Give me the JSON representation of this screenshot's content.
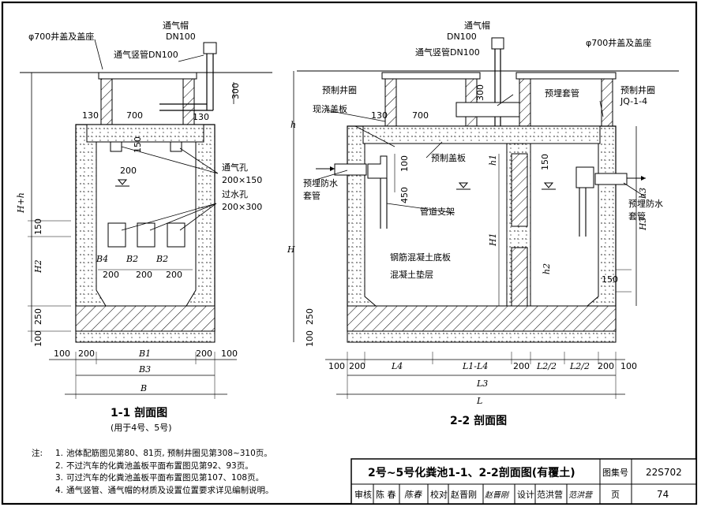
{
  "left_section": {
    "title": "1-1 剖面图",
    "subtitle": "(用于4号、5号)",
    "labels": {
      "manhole_cover": "φ700井盖及盖座",
      "vent_cap": "通气帽",
      "vent_cap_size": "DN100",
      "vent_pipe": "通气竖管DN100",
      "vent_hole": "通气孔",
      "vent_hole_size": "200×150",
      "water_hole": "过水孔",
      "water_hole_size": "200×300"
    },
    "dims": {
      "d300": "300",
      "d130a": "130",
      "d700": "700",
      "d130b": "130",
      "d150": "150",
      "d200": "200",
      "d150b": "150",
      "d250": "250",
      "d100": "100",
      "hb": "H+h",
      "h2": "H2",
      "b4": "B4",
      "b2a": "B2",
      "b2b": "B2",
      "s200a": "200",
      "s200b": "200",
      "s200c": "200",
      "b_100a": "100",
      "b_200a": "200",
      "b1": "B1",
      "b_200b": "200",
      "b_100b": "100",
      "b3": "B3",
      "b": "B"
    }
  },
  "right_section": {
    "title": "2-2 剖面图",
    "labels": {
      "vent_cap": "通气帽",
      "vent_cap_size": "DN100",
      "vent_pipe": "通气竖管DN100",
      "manhole_cover": "φ700井盖及盖座",
      "precast_ring": "预制井圈",
      "precast_ring_code": "JQ-1-4",
      "precast_ring_left": "预制井圈",
      "embedded_sleeve": "预埋套管",
      "cast_cover": "现浇盖板",
      "precast_cover": "预制盖板",
      "waterproof_left": "预埋防水",
      "sleeve_left": "套管",
      "waterproof_right": "预埋防水",
      "sleeve_right": "套管",
      "pipe_support": "管道支架",
      "rc_slab": "钢筋混凝土底板",
      "concrete_cushion": "混凝土垫层"
    },
    "dims": {
      "d130": "130",
      "d700": "700",
      "d300": "300",
      "d100": "100",
      "d450": "450",
      "d150a": "150",
      "d150b": "150",
      "d250": "250",
      "d100b": "100",
      "h": "h",
      "H": "H",
      "h1": "h1",
      "H1": "H1",
      "h3": "h3",
      "H3": "H3",
      "h2": "h2",
      "l_100a": "100",
      "l_200a": "200",
      "l4": "L4",
      "l1l4": "L1-L4",
      "l_200b": "200",
      "l2a": "L2/2",
      "l2b": "L2/2",
      "l_200c": "200",
      "l_100b": "100",
      "l3": "L3",
      "l": "L"
    }
  },
  "notes": {
    "lead": "注:",
    "items": [
      {
        "num": "1.",
        "text": "池体配筋图见第80、81页, 预制井圈见第308~310页。"
      },
      {
        "num": "2.",
        "text": "不过汽车的化粪池盖板平面布置图见第92、93页。"
      },
      {
        "num": "3.",
        "text": "可过汽车的化粪池盖板平面布置图见第107、108页。"
      },
      {
        "num": "4.",
        "text": "通气竖管、通气帽的材质及设置位置要求详见编制说明。"
      }
    ]
  },
  "title_block": {
    "title": "2号~5号化粪池1-1、2-2剖面图(有覆土)",
    "atlas_label": "图集号",
    "atlas_no": "22S702",
    "review": "审核",
    "reviewer": "陈 春",
    "reviewer_sig": "陈春",
    "check": "校对",
    "checker": "赵晋刚",
    "checker_sig": "赵晋刚",
    "design": "设计",
    "designer": "范洪营",
    "designer_sig": "范洪营",
    "page_label": "页",
    "page_no": "74"
  },
  "colors": {
    "line": "#000000",
    "background": "#ffffff"
  }
}
